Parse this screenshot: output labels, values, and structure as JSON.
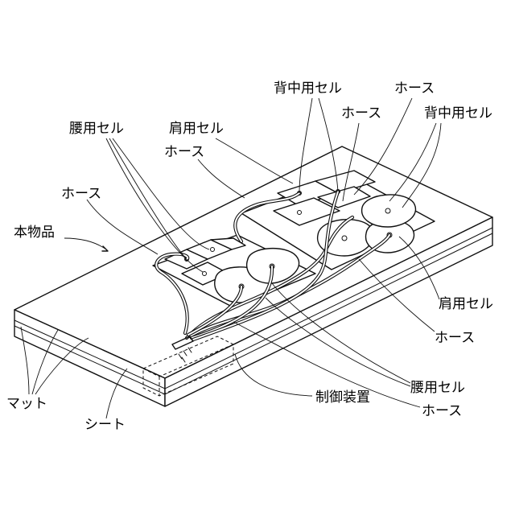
{
  "labels": {
    "back_cell_top": "背中用セル",
    "hose_top_right": "ホース",
    "hose_mid_top": "ホース",
    "back_cell_right": "背中用セル",
    "waist_cell_left": "腰用セル",
    "shoulder_cell_top": "肩用セル",
    "hose_upper_left": "ホース",
    "hose_left": "ホース",
    "product": "本物品",
    "shoulder_cell_right": "肩用セル",
    "hose_right": "ホース",
    "waist_cell_bottom": "腰用セル",
    "control_device": "制御装置",
    "hose_bottom": "ホース",
    "mat": "マット",
    "sheet": "シート"
  }
}
